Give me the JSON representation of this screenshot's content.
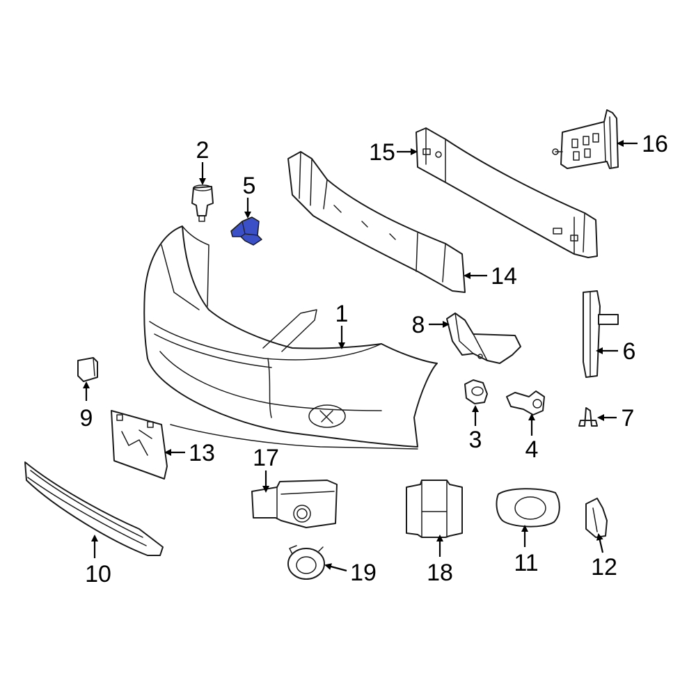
{
  "highlight_color": "#3b4fc7",
  "callouts": {
    "c1": "1",
    "c2": "2",
    "c3": "3",
    "c4": "4",
    "c5": "5",
    "c6": "6",
    "c7": "7",
    "c8": "8",
    "c9": "9",
    "c10": "10",
    "c11": "11",
    "c12": "12",
    "c13": "13",
    "c14": "14",
    "c15": "15",
    "c16": "16",
    "c17": "17",
    "c18": "18",
    "c19": "19"
  }
}
